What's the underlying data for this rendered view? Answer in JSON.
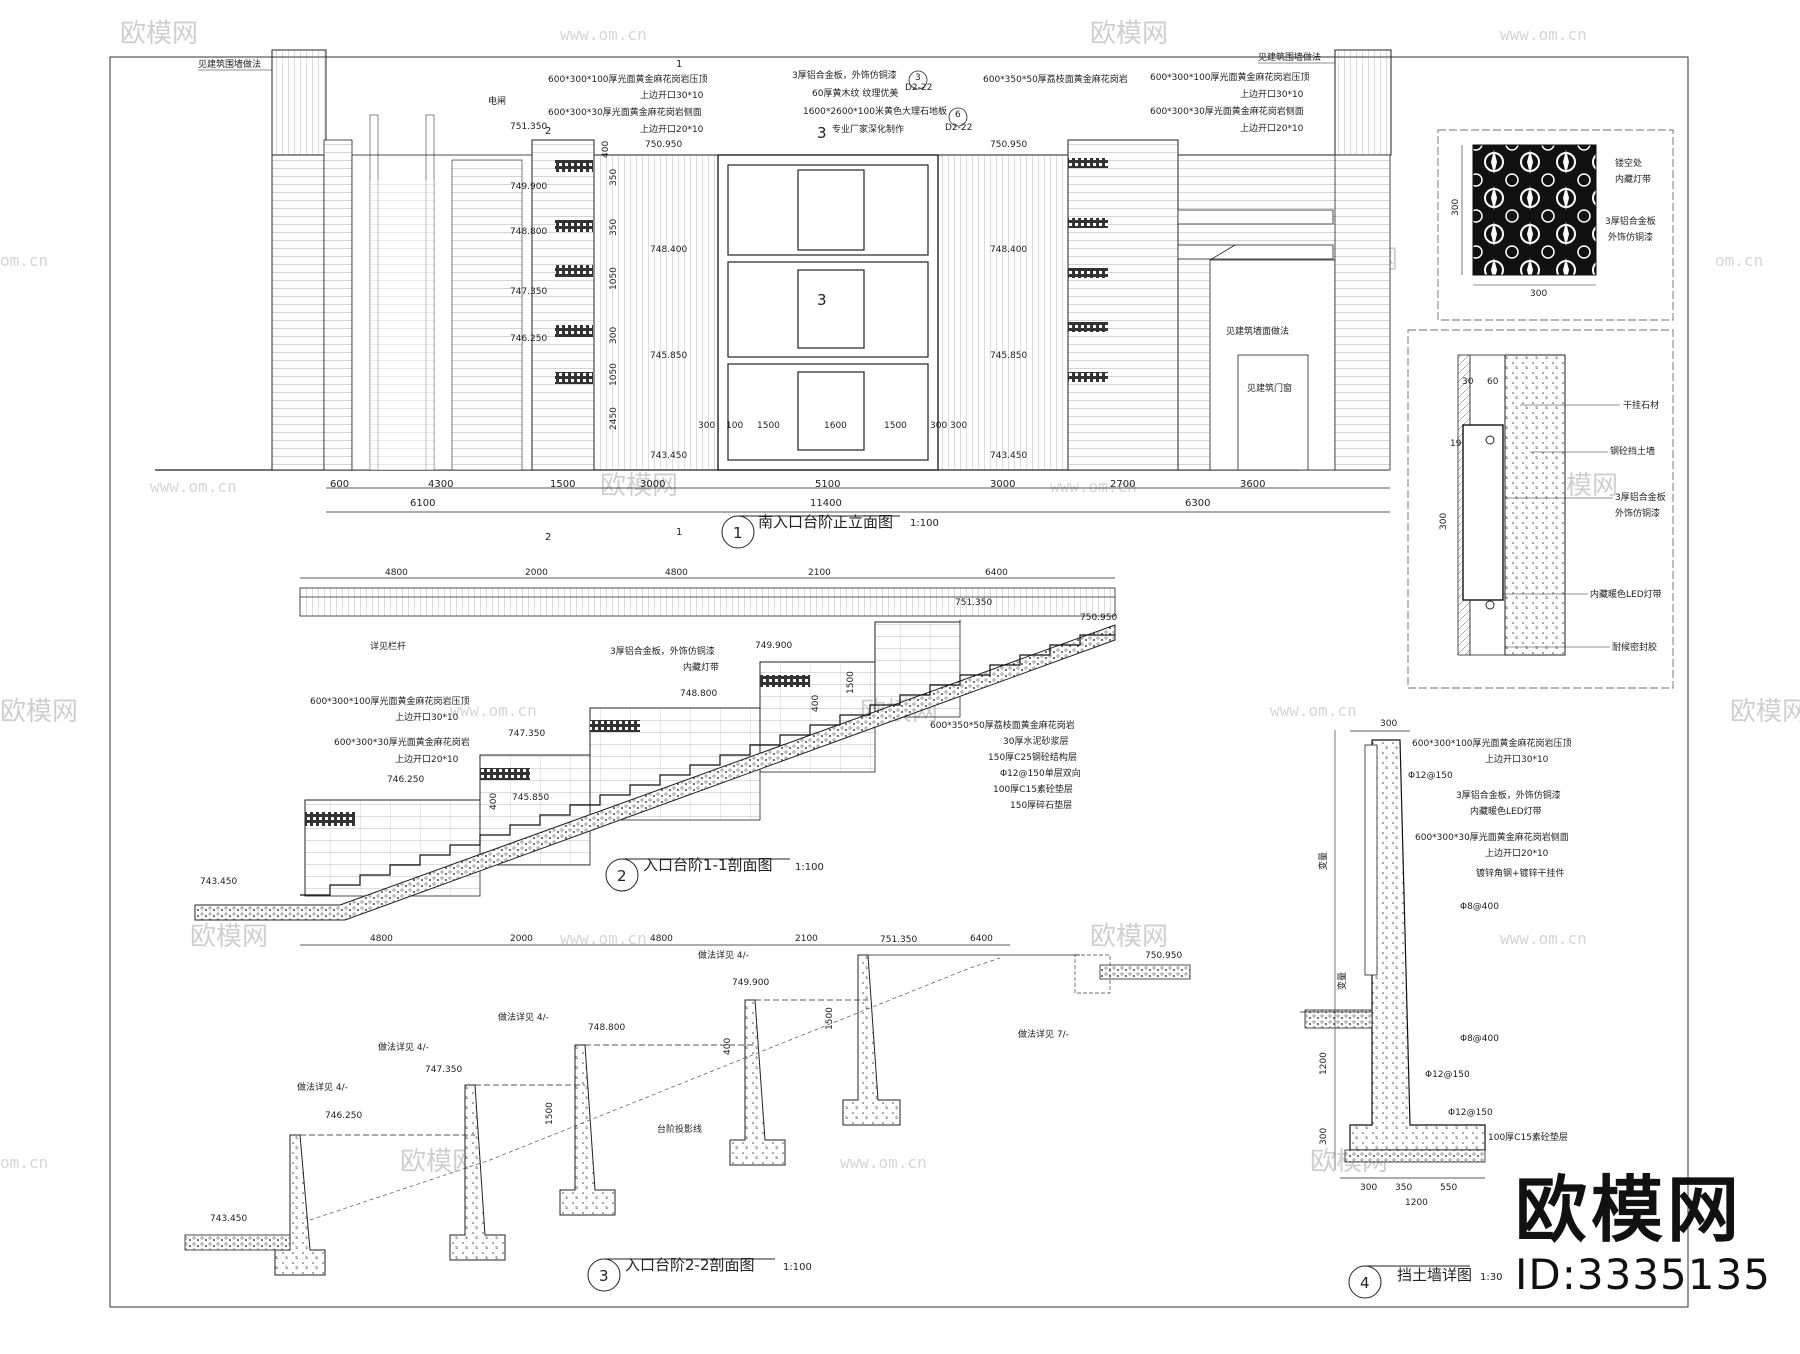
{
  "watermark": {
    "brand": "欧模网",
    "url": "www.om.cn",
    "url_short": "om.cn"
  },
  "brand": {
    "name": "欧模网",
    "id": "ID:3335135"
  },
  "views": {
    "v1": {
      "num": "1",
      "title": "南入口台阶正立面图",
      "scale": "1:100"
    },
    "v2": {
      "num": "2",
      "title": "入口台阶1-1剖面图",
      "scale": "1:100"
    },
    "v3": {
      "num": "3",
      "title": "入口台阶2-2剖面图",
      "scale": "1:100"
    },
    "v4": {
      "num": "4",
      "title": "挡土墙详图",
      "scale": "1:30"
    }
  },
  "elev": {
    "dims_top": [
      "600",
      "4300",
      "1500",
      "3000",
      "5100",
      "3000",
      "2700",
      "3600"
    ],
    "dims_bottom": [
      "6100",
      "11400",
      "6300"
    ],
    "levels": [
      "751.350",
      "750.950",
      "749.900",
      "748.800",
      "748.400",
      "747.350",
      "746.250",
      "745.850",
      "743.450",
      "743.450"
    ],
    "vert_dims": [
      "400",
      "350",
      "350",
      "1050",
      "300",
      "1050",
      "2450"
    ],
    "panel_dims": [
      "300",
      "100",
      "1500",
      "1600",
      "1500",
      "300",
      "300"
    ],
    "marks": {
      "section": "2",
      "section2": "1",
      "panel": "3",
      "ref_a": "3",
      "ref_a_sub": "D2-22",
      "ref_b": "6",
      "ref_b_sub": "D2-22"
    },
    "labels": {
      "see_rail": "见建筑围墙做法",
      "see_rail2": "见建筑围墙做法",
      "elec": "电闸",
      "cap1": "600*300*100厚光面黄金麻花岗岩压顶",
      "cap1b": "上边开口30*10",
      "side1": "600*300*30厚光面黄金麻花岗岩侧面",
      "side1b": "上边开口20*10",
      "alu": "3厚铝合金板，外饰仿铜漆",
      "wood": "60厚黄木纹 纹理优美",
      "marble": "1600*2600*100米黄色大理石地板",
      "maker": "专业厂家深化制作",
      "granite_r": "600*350*50厚荔枝面黄金麻花岗岩",
      "cap2": "600*300*100厚光面黄金麻花岗岩压顶",
      "cap2b": "上边开口30*10",
      "side2": "600*300*30厚光面黄金麻花岗岩侧面",
      "side2b": "上边开口20*10",
      "see_wall": "见建筑墙面做法",
      "see_door": "见建筑门窗"
    }
  },
  "detail_tile": {
    "note1": "镂空处",
    "note2": "内藏灯带",
    "note3": "3厚铝合金板",
    "note4": "外饰仿铜漆",
    "dim_h": "300",
    "dim_w": "300"
  },
  "detail_sec": {
    "d30": "30",
    "d60": "60",
    "d19": "19",
    "d300": "300",
    "n1": "干挂石材",
    "n2": "钢砼挡土墙",
    "n3": "3厚铝合金板",
    "n4": "外饰仿铜漆",
    "n5": "内藏暖色LED灯带",
    "n6": "耐候密封胶"
  },
  "sec11": {
    "dims": [
      "4800",
      "2000",
      "4800",
      "2100",
      "6400"
    ],
    "levels": [
      "751.350",
      "750.950",
      "749.900",
      "748.800",
      "747.350",
      "746.250",
      "745.850",
      "743.450"
    ],
    "vdims": [
      "1500",
      "400",
      "400"
    ],
    "labels": {
      "rail": "详见栏杆",
      "alu": "3厚铝合金板，外饰仿铜漆",
      "lamp": "内藏灯带",
      "cap": "600*300*100厚光面黄金麻花岗岩压顶",
      "capb": "上边开口30*10",
      "side": "600*300*30厚光面黄金麻花岗岩",
      "sideb": "上边开口20*10",
      "l1": "600*350*50厚荔枝面黄金麻花岗岩",
      "l2": "30厚水泥砂浆层",
      "l3": "150厚C25钢砼结构层",
      "l4": "Φ12@150单层双向",
      "l5": "100厚C15素砼垫层",
      "l6": "150厚碎石垫层"
    }
  },
  "sec22": {
    "dims": [
      "4800",
      "2000",
      "4800",
      "2100",
      "6400"
    ],
    "levels": [
      "751.350",
      "750.950",
      "749.900",
      "748.800",
      "747.350",
      "746.250",
      "743.450"
    ],
    "vdims": [
      "1500",
      "400",
      "1500"
    ],
    "labels": {
      "ref4": "做法详见  4/-",
      "ref4b": "做法详见  4/-",
      "ref4c": "做法详见  4/-",
      "ref4d": "做法详见  4/-",
      "ref7": "做法详见  7/-",
      "proj": "台阶投影线"
    }
  },
  "wall": {
    "top": "300",
    "dims_b": [
      "300",
      "350",
      "550"
    ],
    "total_b": "1200",
    "h1": "1200",
    "h2": "300",
    "vary": "变量",
    "labels": {
      "cap": "600*300*100厚光面黄金麻花岗岩压顶",
      "capb": "上边开口30*10",
      "r1": "Φ12@150",
      "alu": "3厚铝合金板，外饰仿铜漆",
      "led": "内藏暖色LED灯带",
      "side": "600*300*30厚光面黄金麻花岗岩侧面",
      "sideb": "上边开口20*10",
      "steel": "镀锌角钢+镀锌干挂件",
      "r2": "Φ8@400",
      "r3": "Φ8@400",
      "r4": "Φ12@150",
      "r5": "Φ12@150",
      "base": "100厚C15素砼垫层"
    }
  }
}
